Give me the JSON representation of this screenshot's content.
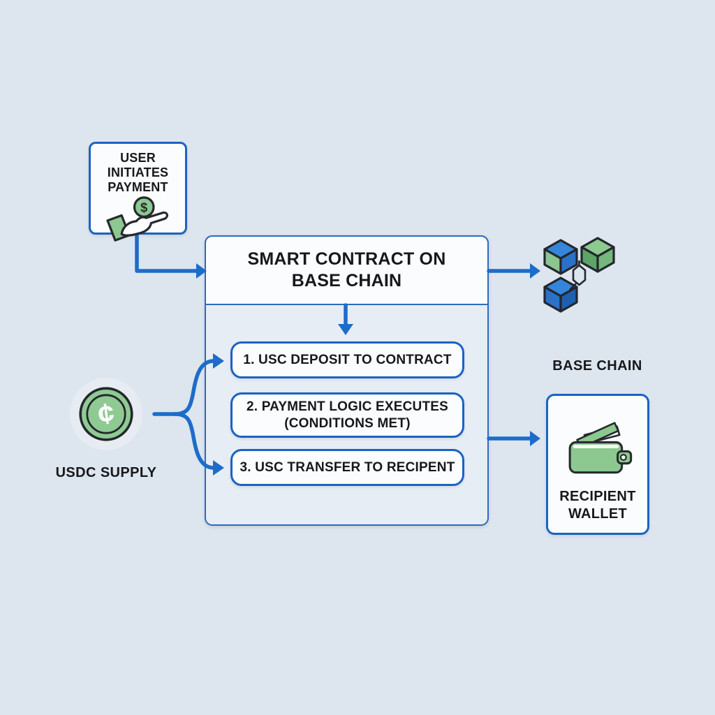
{
  "colors": {
    "background": "#dde5ee",
    "accent_blue": "#1b63c1",
    "arrow_blue": "#1d6cc9",
    "green": "#8cc88f",
    "text": "#17181b"
  },
  "nodes": {
    "user_box": {
      "line1": "USER",
      "line2": "INITIATES",
      "line3": "PAYMENT",
      "coin_glyph": "$",
      "icon": "hand-coin-icon"
    },
    "contract_box": {
      "title_line1": "SMART CONTRACT ON",
      "title_line2": "BASE CHAIN"
    },
    "steps": {
      "step1": "1. USC DEPOSIT TO CONTRACT",
      "step2_line1": "2. PAYMENT LOGIC EXECUTES",
      "step2_line2": "(CONDITIONS MET)",
      "step3": "3. USC TRANSFER TO RECIPENT"
    },
    "usdc_supply": {
      "label": "USDC SUPPLY",
      "coin_glyph": "¢",
      "icon": "usdc-coin-icon"
    },
    "base_chain": {
      "label": "BASE CHAIN",
      "icon": "blockchain-cubes-icon"
    },
    "recipient_wallet": {
      "line1": "RECIPIENT",
      "line2": "WALLET",
      "icon": "wallet-icon"
    }
  }
}
